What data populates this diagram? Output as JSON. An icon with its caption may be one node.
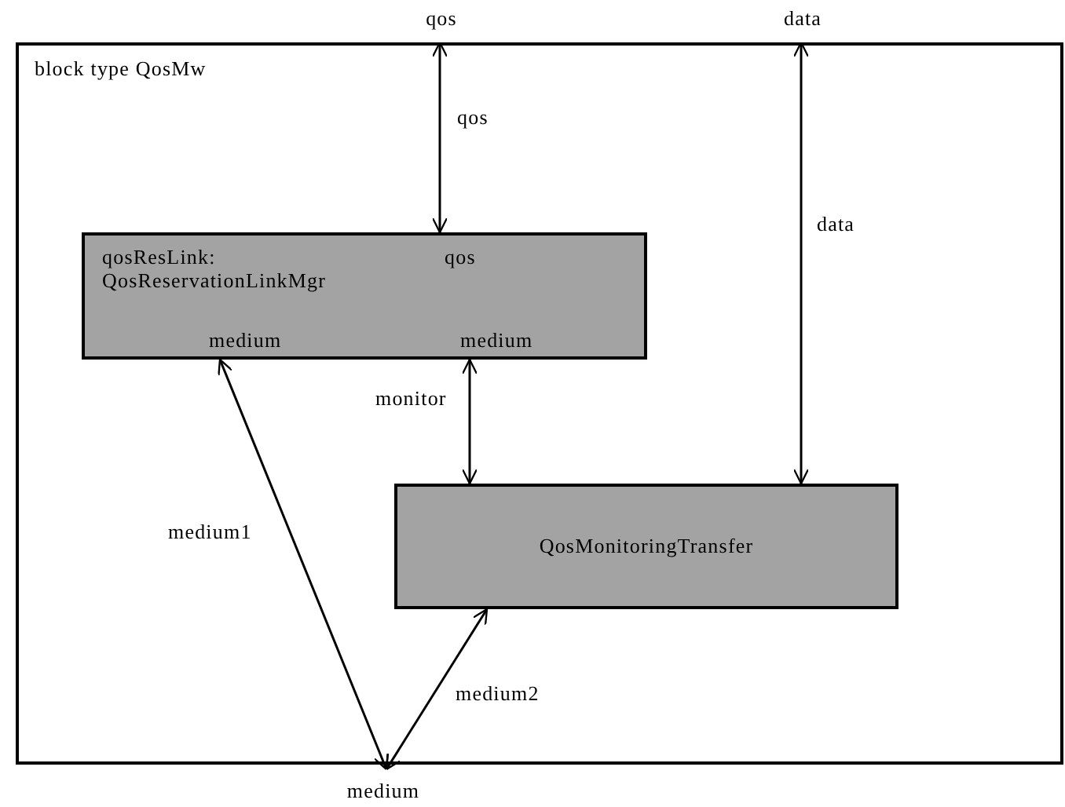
{
  "diagram": {
    "nodes": [
      {
        "text": [
          "block type QosMw"
        ]
      },
      {
        "text": [
          "qosResLink: QosReservationLinkMgr",
          "qos",
          "medium",
          "medium"
        ],
        "in": 0
      },
      {
        "text": [
          "QosMonitoringTransfer"
        ],
        "in": 0
      },
      {
        "text": [
          "qos"
        ]
      },
      {
        "text": [
          "data"
        ]
      },
      {
        "text": [
          "medium"
        ]
      }
    ],
    "edges": [
      {
        "from": 3,
        "to": 1,
        "arrow": "both",
        "label": "qos"
      },
      {
        "from": 4,
        "to": 2,
        "arrow": "both",
        "label": "data"
      },
      {
        "from": 1,
        "to": 2,
        "arrow": "both",
        "label": "monitor"
      },
      {
        "from": 1,
        "to": 5,
        "arrow": "both",
        "label": "medium1"
      },
      {
        "from": 2,
        "to": 5,
        "arrow": "both",
        "label": "medium2"
      }
    ]
  }
}
